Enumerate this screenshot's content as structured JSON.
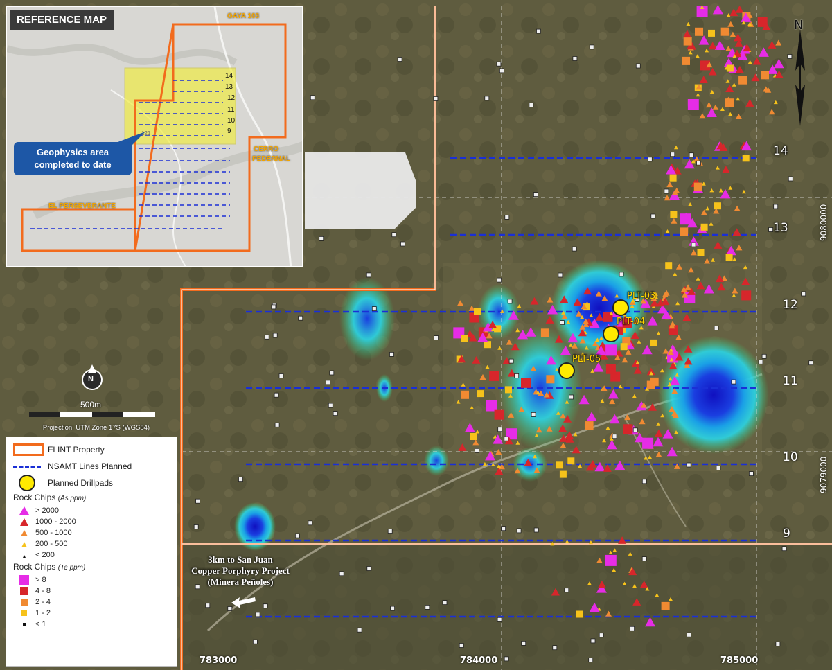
{
  "inset": {
    "title": "REFERENCE MAP",
    "labels": [
      "GAYA 103",
      "CERRO",
      "PEDERNAL",
      "EL PERSEVERANTE"
    ],
    "line_numbers": [
      "14",
      "13",
      "12",
      "11",
      "10",
      "9"
    ],
    "callout": [
      "Geophysics area",
      "completed to date"
    ],
    "marker": "121"
  },
  "scale": {
    "north": "N",
    "distance": "500m",
    "projection": "Projection: UTM Zone 17S (WGS84)"
  },
  "north_arrow": "N",
  "nsamt_lines": [
    "14",
    "13",
    "12",
    "11",
    "10",
    "9"
  ],
  "easting_labels": [
    "783000",
    "784000",
    "785000"
  ],
  "northing_labels": [
    "9080000",
    "9079000"
  ],
  "drillpads": [
    "PLT-03",
    "PLT-04",
    "PLT-05"
  ],
  "note": [
    "3km to San Juan",
    "Copper Porphyry Project",
    "(Minera Peñoles)"
  ],
  "legend": {
    "property": "FLINT Property",
    "lines": "NSAMT Lines Planned",
    "drillpads": "Planned Drillpads",
    "as_head": "Rock Chips",
    "as_unit": "(As ppm)",
    "as_classes": [
      "> 2000",
      "1000 - 2000",
      "500 - 1000",
      "200 - 500",
      "< 200"
    ],
    "te_head": "Rock Chips",
    "te_unit": "(Te ppm)",
    "te_classes": [
      "> 8",
      "4 - 8",
      "2 - 4",
      "1 - 2",
      "< 1"
    ]
  },
  "colors": {
    "property": "#f26b1d",
    "lines": "#1a2fd6",
    "drillpad": "#ffea00",
    "as_high": "#e62ce6",
    "as_mid": "#d7262b",
    "as_low": "#f08a32",
    "as_min": "#f6c21b",
    "geophysics": "#1818c9"
  }
}
